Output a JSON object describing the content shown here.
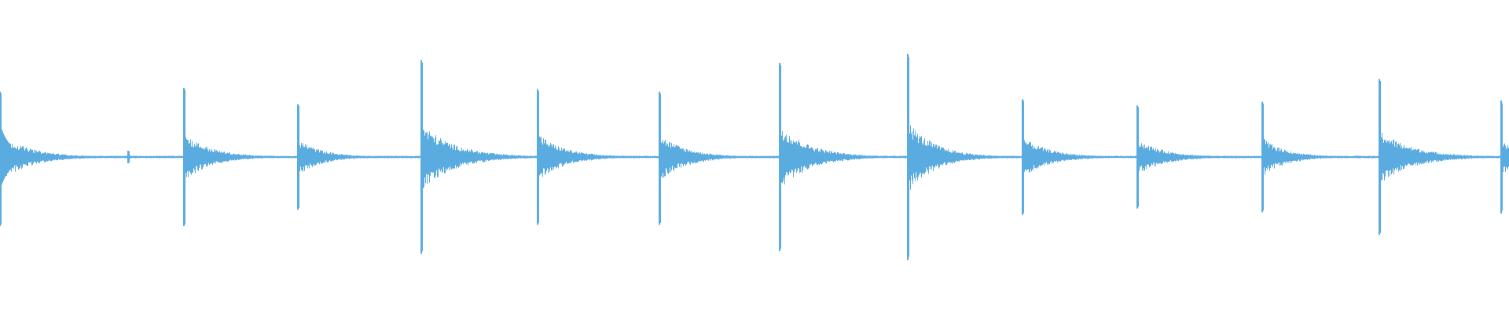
{
  "waveform": {
    "color": "#5aabe0",
    "background": "#ffffff",
    "baseline_amplitude": 0.0,
    "transients": [
      {
        "time_fraction": 0.0,
        "peak_up": 0.52,
        "peak_down": 0.55,
        "decay": 0.02,
        "lead": true
      },
      {
        "time_fraction": 0.085,
        "peak_up": 0.05,
        "peak_down": 0.05,
        "decay": 0.004
      },
      {
        "time_fraction": 0.122,
        "peak_up": 0.55,
        "peak_down": 0.55,
        "decay": 0.018
      },
      {
        "time_fraction": 0.198,
        "peak_up": 0.42,
        "peak_down": 0.42,
        "decay": 0.016
      },
      {
        "time_fraction": 0.28,
        "peak_up": 0.77,
        "peak_down": 0.77,
        "decay": 0.022
      },
      {
        "time_fraction": 0.357,
        "peak_up": 0.54,
        "peak_down": 0.54,
        "decay": 0.018
      },
      {
        "time_fraction": 0.438,
        "peak_up": 0.52,
        "peak_down": 0.54,
        "decay": 0.018
      },
      {
        "time_fraction": 0.518,
        "peak_up": 0.75,
        "peak_down": 0.75,
        "decay": 0.02
      },
      {
        "time_fraction": 0.603,
        "peak_up": 0.82,
        "peak_down": 0.82,
        "decay": 0.018
      },
      {
        "time_fraction": 0.679,
        "peak_up": 0.46,
        "peak_down": 0.46,
        "decay": 0.018
      },
      {
        "time_fraction": 0.755,
        "peak_up": 0.41,
        "peak_down": 0.41,
        "decay": 0.018
      },
      {
        "time_fraction": 0.838,
        "peak_up": 0.44,
        "peak_down": 0.44,
        "decay": 0.016
      },
      {
        "time_fraction": 0.916,
        "peak_up": 0.62,
        "peak_down": 0.62,
        "decay": 0.022
      },
      {
        "time_fraction": 0.997,
        "peak_up": 0.45,
        "peak_down": 0.45,
        "decay": 0.01
      }
    ]
  }
}
